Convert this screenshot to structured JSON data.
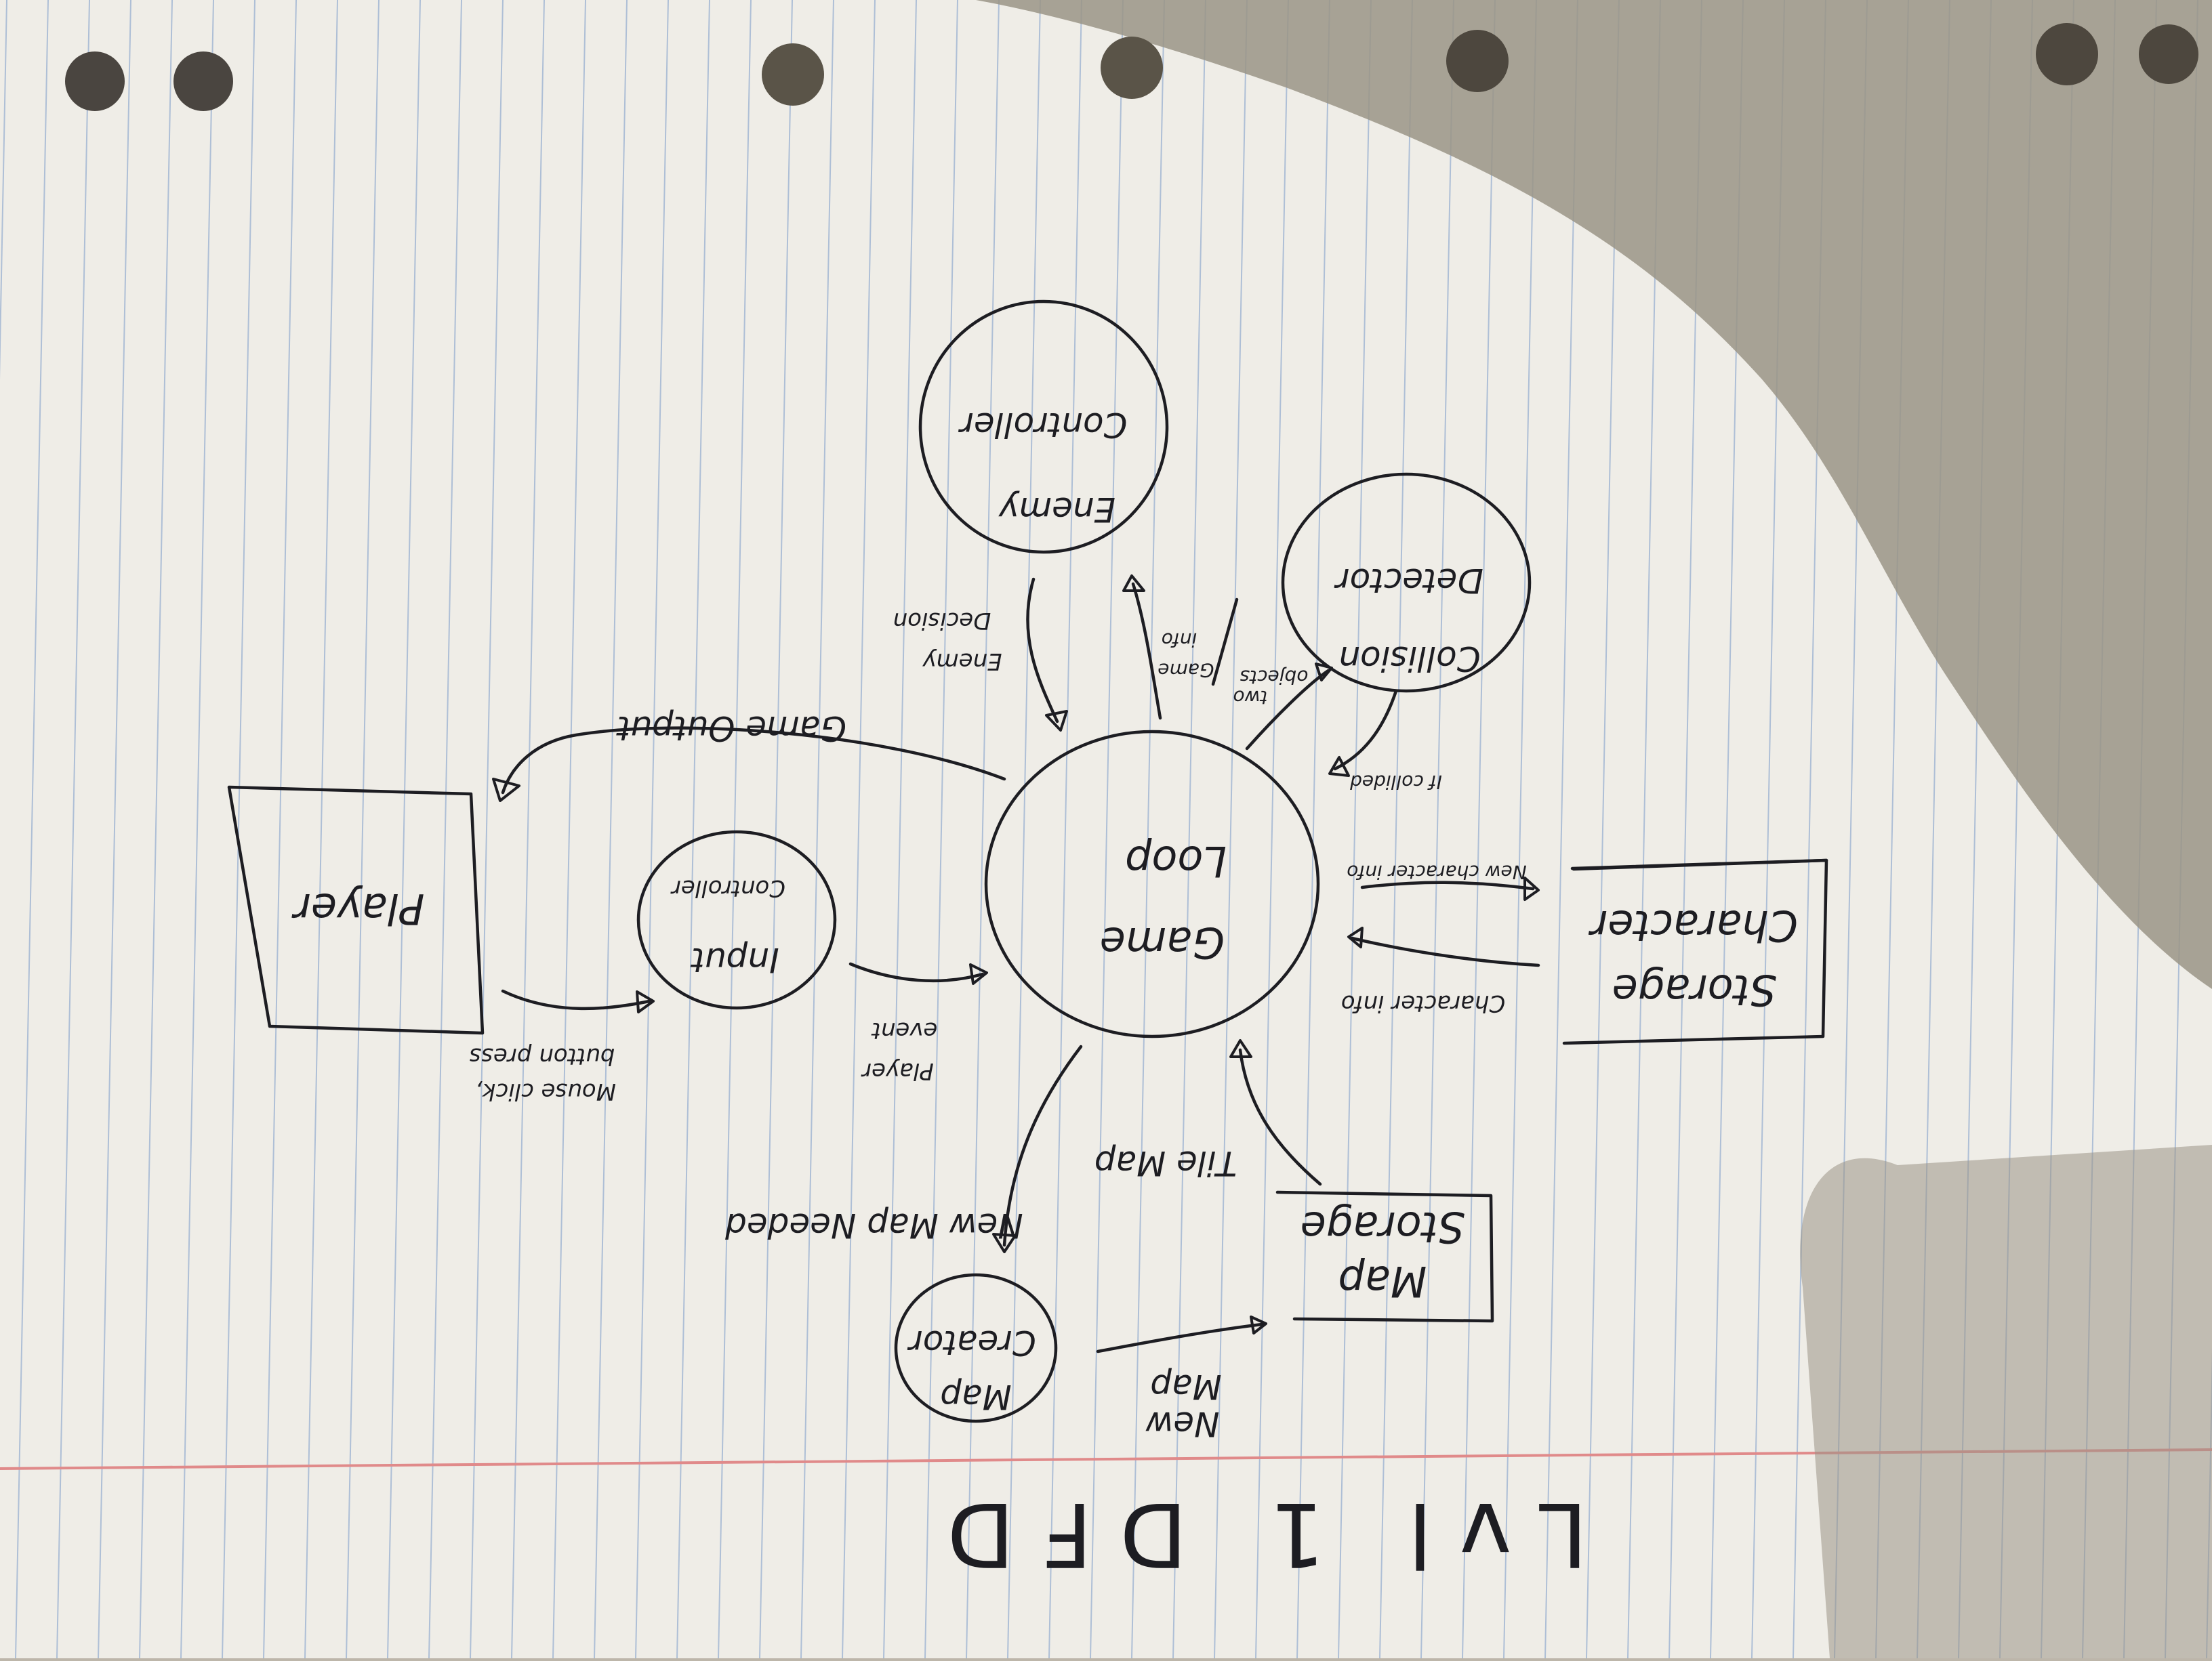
{
  "title": "Lvl 1 DFD",
  "entities": {
    "player": "Player",
    "character_storage": [
      "Character",
      "Storage"
    ],
    "map_storage": [
      "Map",
      "Storage"
    ]
  },
  "processes": {
    "game_loop": [
      "Game",
      "Loop"
    ],
    "input_controller": [
      "Input",
      "Controller"
    ],
    "enemy_controller": [
      "Enemy",
      "Controller"
    ],
    "collision_detector": [
      "Collision",
      "Detector"
    ],
    "map_creator": [
      "Map",
      "Creator"
    ]
  },
  "flows": {
    "mouse_click": [
      "Mouse click,",
      "button press"
    ],
    "player_event": [
      "Player",
      "event"
    ],
    "game_output": "Game Output",
    "enemy_decision": [
      "Enemy",
      "Decision"
    ],
    "two_objects": [
      "two",
      "objects"
    ],
    "game_info": [
      "Game",
      "info"
    ],
    "if_collided": "If collided",
    "new_character_info": "New character info",
    "character_info": [
      "Character info"
    ],
    "tile_map": "Tile Map",
    "new_map_needed": "New Map Needed",
    "new_map": [
      "New",
      "Map"
    ]
  },
  "colors": {
    "paper": "#efede7",
    "ink": "#1d1d22",
    "rule_line": "#9fb4d2",
    "margin_line": "#e08a8a",
    "shadow": "#8e8779"
  }
}
